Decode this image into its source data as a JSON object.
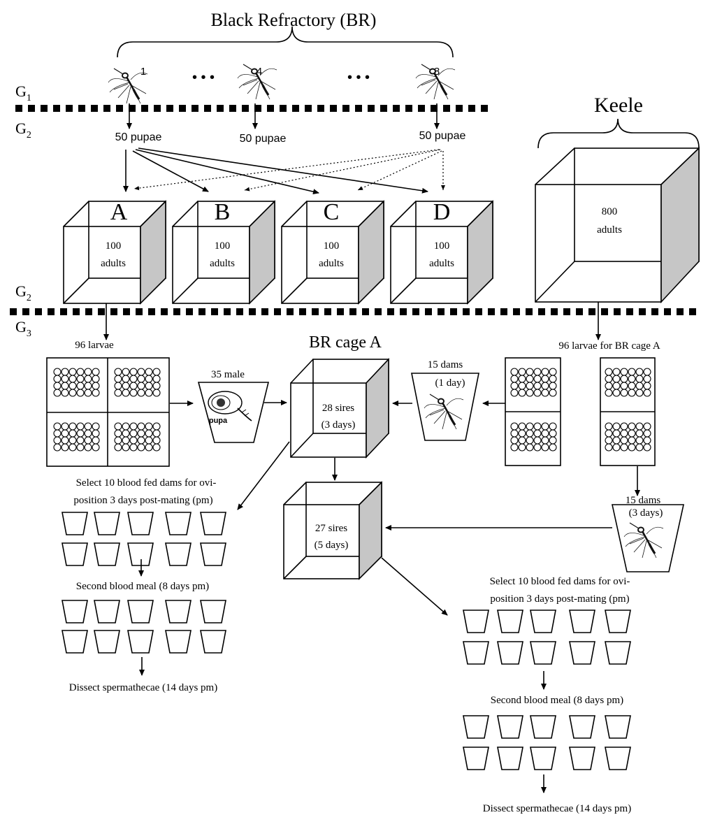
{
  "header": {
    "title": "Black Refractory (BR)",
    "keele_title": "Keele",
    "mosquito_numbers": [
      "1",
      "4",
      "8"
    ],
    "ellipsis": "• • •"
  },
  "generations": {
    "g1": {
      "base": "G",
      "sub": "1"
    },
    "g2_top": {
      "base": "G",
      "sub": "2"
    },
    "g2_mid": {
      "base": "G",
      "sub": "2"
    },
    "g3": {
      "base": "G",
      "sub": "3"
    }
  },
  "pupae": [
    "50 pupae",
    "50 pupae",
    "50 pupae"
  ],
  "cages": [
    {
      "letter": "A",
      "count": "100",
      "unit": "adults"
    },
    {
      "letter": "B",
      "count": "100",
      "unit": "adults"
    },
    {
      "letter": "C",
      "count": "100",
      "unit": "adults"
    },
    {
      "letter": "D",
      "count": "100",
      "unit": "adults"
    }
  ],
  "keele_cage": {
    "count": "800",
    "unit": "adults"
  },
  "flow": {
    "larvae_left": "96 larvae",
    "br_cage_title": "BR cage A",
    "larvae_right": "96 larvae for BR cage A",
    "male_cup_label": "35 male",
    "pupa_label": "pupa",
    "dams_top": {
      "count": "15 dams",
      "duration": "(1 day)"
    },
    "sires_top": {
      "count": "28 sires",
      "duration": "(3 days)"
    },
    "sires_bottom": {
      "count": "27 sires",
      "duration": "(5 days)"
    },
    "dams_right": {
      "count": "15 dams",
      "duration": "(3 days)"
    }
  },
  "left_branch": {
    "select_line1": "Select 10 blood  fed dams for ovi-",
    "select_line2": "position 3 days post-mating  (pm)",
    "second_meal": "Second blood meal (8 days pm)",
    "dissect": "Dissect spermathecae (14 days pm)"
  },
  "right_branch": {
    "select_line1": "Select 10 blood  fed dams for ovi-",
    "select_line2": "position 3 days post-mating  (pm)",
    "second_meal": "Second blood meal (8 days pm)",
    "dissect": "Dissect spermathecae (14 days pm)"
  }
}
